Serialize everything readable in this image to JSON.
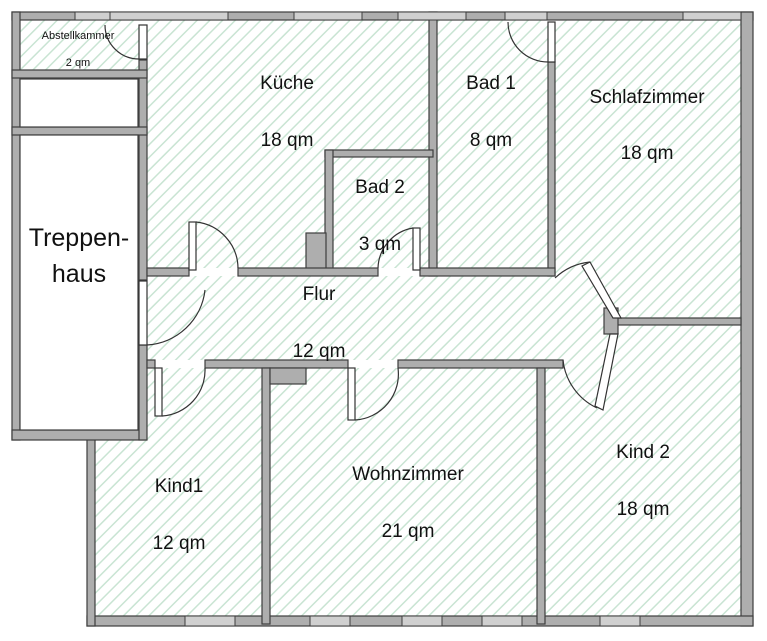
{
  "plan": {
    "rooms": [
      {
        "id": "abstellkammer",
        "name": "Abstellkammer",
        "area": "2 qm"
      },
      {
        "id": "kueche",
        "name": "Küche",
        "area": "18 qm"
      },
      {
        "id": "bad1",
        "name": "Bad 1",
        "area": "8 qm"
      },
      {
        "id": "bad2",
        "name": "Bad 2",
        "area": "3 qm"
      },
      {
        "id": "schlafzimmer",
        "name": "Schlafzimmer",
        "area": "18 qm"
      },
      {
        "id": "treppenhaus",
        "name_line1": "Treppen-",
        "name_line2": "haus"
      },
      {
        "id": "flur",
        "name": "Flur",
        "area": "12 qm"
      },
      {
        "id": "kind1",
        "name": "Kind1",
        "area": "12 qm"
      },
      {
        "id": "wohnzimmer",
        "name": "Wohnzimmer",
        "area": "21 qm"
      },
      {
        "id": "kind2",
        "name": "Kind 2",
        "area": "18 qm"
      }
    ],
    "colors": {
      "floor_hatch": "#c9e4d3",
      "wall_fill": "#aeaeae",
      "wall_stroke": "#3e3e3e",
      "label": "#111111"
    }
  }
}
